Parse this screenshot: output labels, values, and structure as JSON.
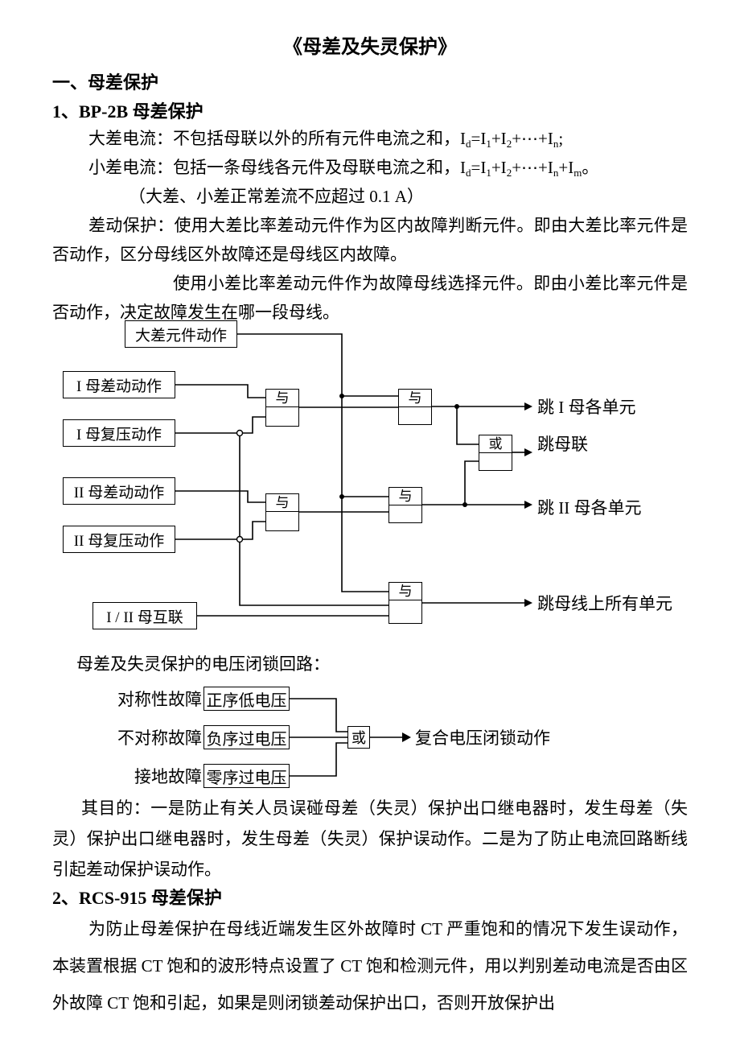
{
  "doc": {
    "title": "《母差及失灵保护》",
    "heading_1": "一、母差保护",
    "heading_1_1": "1、BP-2B 母差保护",
    "heading_1_2": "2、RCS-915 母差保护",
    "para_large_diff": [
      {
        "t": "大差电流：不包括母联以外的所有元件电流之和，I"
      },
      {
        "t": "d",
        "sub": true
      },
      {
        "t": "=I"
      },
      {
        "t": "1",
        "sub": true
      },
      {
        "t": "+I"
      },
      {
        "t": "2",
        "sub": true
      },
      {
        "t": "+⋯+I"
      },
      {
        "t": "n",
        "sub": true
      },
      {
        "t": ";"
      }
    ],
    "para_small_diff": [
      {
        "t": "小差电流：包括一条母线各元件及母联电流之和，I"
      },
      {
        "t": "d",
        "sub": true
      },
      {
        "t": "=I"
      },
      {
        "t": "1",
        "sub": true
      },
      {
        "t": "+I"
      },
      {
        "t": "2",
        "sub": true
      },
      {
        "t": "+⋯+I"
      },
      {
        "t": "n",
        "sub": true
      },
      {
        "t": "+I"
      },
      {
        "t": "m",
        "sub": true
      },
      {
        "t": "。"
      }
    ],
    "para_note": "（大差、小差正常差流不应超过 0.1 A）",
    "para_diff_protection": "差动保护：使用大差比率差动元件作为区内故障判断元件。即由大差比率元件是否动作，区分母线区外故障还是母线区内故障。",
    "para_small_selection": "使用小差比率差动元件作为故障母线选择元件。即由小差比率元件是否动作，决定故障发生在哪一段母线。",
    "caption_voltage": "母差及失灵保护的电压闭锁回路：",
    "para_purpose": "其目的：一是防止有关人员误碰母差（失灵）保护出口继电器时，发生母差（失灵）保护出口继电器时，发生母差（失灵）保护误动作。二是为了防止电流回路断线引起差动保护误动作。",
    "para_rcs": "为防止母差保护在母线近端发生区外故障时 CT 严重饱和的情况下发生误动作，本装置根据 CT 饱和的波形特点设置了 CT 饱和检测元件，用以判别差动电流是否由区外故障 CT 饱和引起，如果是则闭锁差动保护出口，否则开放保护出"
  },
  "logic_diagram": {
    "boxes": {
      "large_diff": "大差元件动作",
      "bus1_diff": "I 母差动动作",
      "bus1_volt": "I 母复压动作",
      "bus2_diff": "II 母差动动作",
      "bus2_volt": "II 母复压动作",
      "interlink": "I / II 母互联"
    },
    "and_label": "与",
    "or_label": "或",
    "outputs": {
      "trip_bus1": "跳 I 母各单元",
      "trip_tie": "跳母联",
      "trip_bus2": "跳 II 母各单元",
      "trip_all": "跳母线上所有单元"
    }
  },
  "voltage_diagram": {
    "rows": [
      {
        "fault": "对称性故障",
        "element": "正序低电压"
      },
      {
        "fault": "不对称故障",
        "element": "负序过电压"
      },
      {
        "fault": "接地故障",
        "element": "零序过电压"
      }
    ],
    "or_label": "或",
    "output": "复合电压闭锁动作"
  },
  "colors": {
    "ink": "#000000",
    "paper": "#ffffff"
  }
}
